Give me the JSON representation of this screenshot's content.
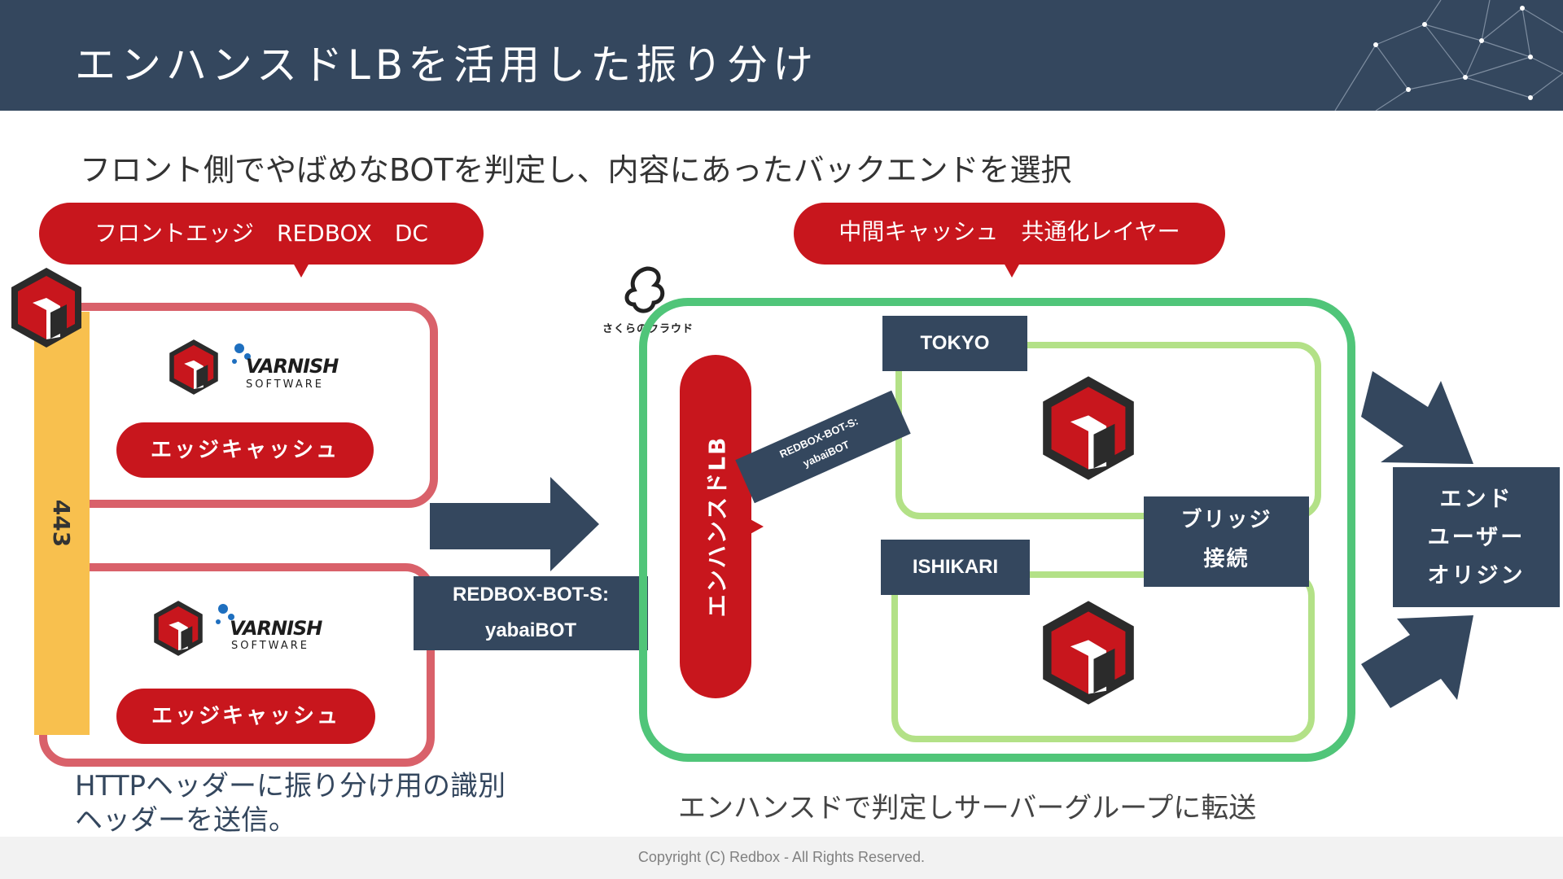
{
  "header": {
    "title": "エンハンスドLBを活用した振り分け"
  },
  "subtitle": "フロント側でやばめなBOTを判定し、内容にあったバックエンドを選択",
  "left": {
    "bubble": "フロントエッジ　REDBOX　DC",
    "port": "443",
    "nodes": [
      {
        "vendor_main": "VARNISH",
        "vendor_sub": "SOFTWARE",
        "role": "エッジキャッシュ"
      },
      {
        "vendor_main": "VARNISH",
        "vendor_sub": "SOFTWARE",
        "role": "エッジキャッシュ"
      }
    ],
    "caption_line1": "HTTPヘッダーに振り分け用の識別",
    "caption_line2": "ヘッダーを送信。"
  },
  "header_box": {
    "line1": "REDBOX-BOT-S:",
    "line2": "yabaiBOT"
  },
  "right": {
    "bubble": "中間キャッシュ　共通化レイヤー",
    "provider_logo_text": "さくらのクラウド",
    "lb_label": "エンハンスドLB",
    "route_label_line1": "REDBOX-BOT-S:",
    "route_label_line2": "yabaiBOT",
    "zone1": "TOKYO",
    "zone2": "ISHIKARI",
    "bridge_line1": "ブリッジ",
    "bridge_line2": "接続",
    "caption": "エンハンスドで判定しサーバーグループに転送"
  },
  "origin": {
    "line1": "エンド",
    "line2": "ユーザー",
    "line3": "オリジン"
  },
  "footer": {
    "copyright": "Copyright (C) Redbox - All Rights Reserved."
  },
  "colors": {
    "navy": "#34475e",
    "brand_red": "#c8161d",
    "edge_border": "#d9616a",
    "green": "#50c579",
    "light_green": "#b3e187",
    "port_yellow": "#f8c04e"
  }
}
